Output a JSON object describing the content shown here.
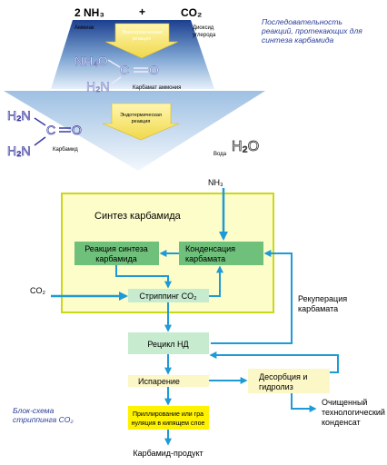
{
  "reaction": {
    "reactant1": "2 NH₃",
    "plus": "+",
    "reactant2": "CO₂",
    "reactant1_name": "Аммиак",
    "reactant2_name_line1": "Диоксид",
    "reactant2_name_line2": "углерода",
    "exo_line1": "Экзотермическая",
    "exo_line2": "реакция",
    "carbamate_nh4o": "NH₄O",
    "carbamate_c": "C",
    "carbamate_o": "O",
    "carbamate_h2n": "H₂N",
    "carbamate_name": "Карбамат аммония",
    "endo_line1": "Эндотермическая",
    "endo_line2": "реакция",
    "urea_h2n_top": "H₂N",
    "urea_h2n_bottom": "H₂N",
    "urea_c": "C",
    "urea_o": "O",
    "urea_name": "Карбамид",
    "water_name": "Вода",
    "water_formula": "H₂O"
  },
  "top_caption": {
    "line1": "Последовательность",
    "line2": "реакций, протекающих для",
    "line3": "синтеза карбамида"
  },
  "flow": {
    "nh3": "NH₃",
    "co2": "CO₂",
    "synthesis_title": "Синтез карбамида",
    "box_reaction_line1": "Реакция синтеза",
    "box_reaction_line2": "карбамида",
    "box_condensation_line1": "Конденсация",
    "box_condensation_line2": "карбамата",
    "box_stripping": "Стриппинг CO₂",
    "box_recycle": "Рецикл НД",
    "box_evaporation": "Испарение",
    "box_desorption_line1": "Десорбция и",
    "box_desorption_line2": "гидролиз",
    "box_prilling_line1": "Приллирование или гра",
    "box_prilling_line2": "нуляция в кипящем слое",
    "recuperation_line1": "Рекуперация",
    "recuperation_line2": "карбамата",
    "condensate_line1": "Очищенный",
    "condensate_line2": "технологический",
    "condensate_line3": "конденсат",
    "product": "Карбамид-продукт"
  },
  "bottom_caption": {
    "line1": "Блок-схема",
    "line2": "стриппинга CO₂"
  },
  "colors": {
    "funnel_top": "#1b3f8f",
    "funnel_bottom": "#cfe3f3",
    "arrow_yellow": "#f7e27a",
    "synthesis_fill": "#fdfdc9",
    "synthesis_border": "#c9d81a",
    "green_box": "#6fc07a",
    "light_green_box": "#c7ebcf",
    "yellow_box": "#fbf7c7",
    "bright_yellow_box": "#fff200",
    "flow_arrow": "#1e9ad6",
    "caption": "#2b3f9a",
    "chem_purple": "#5a5aa8"
  }
}
